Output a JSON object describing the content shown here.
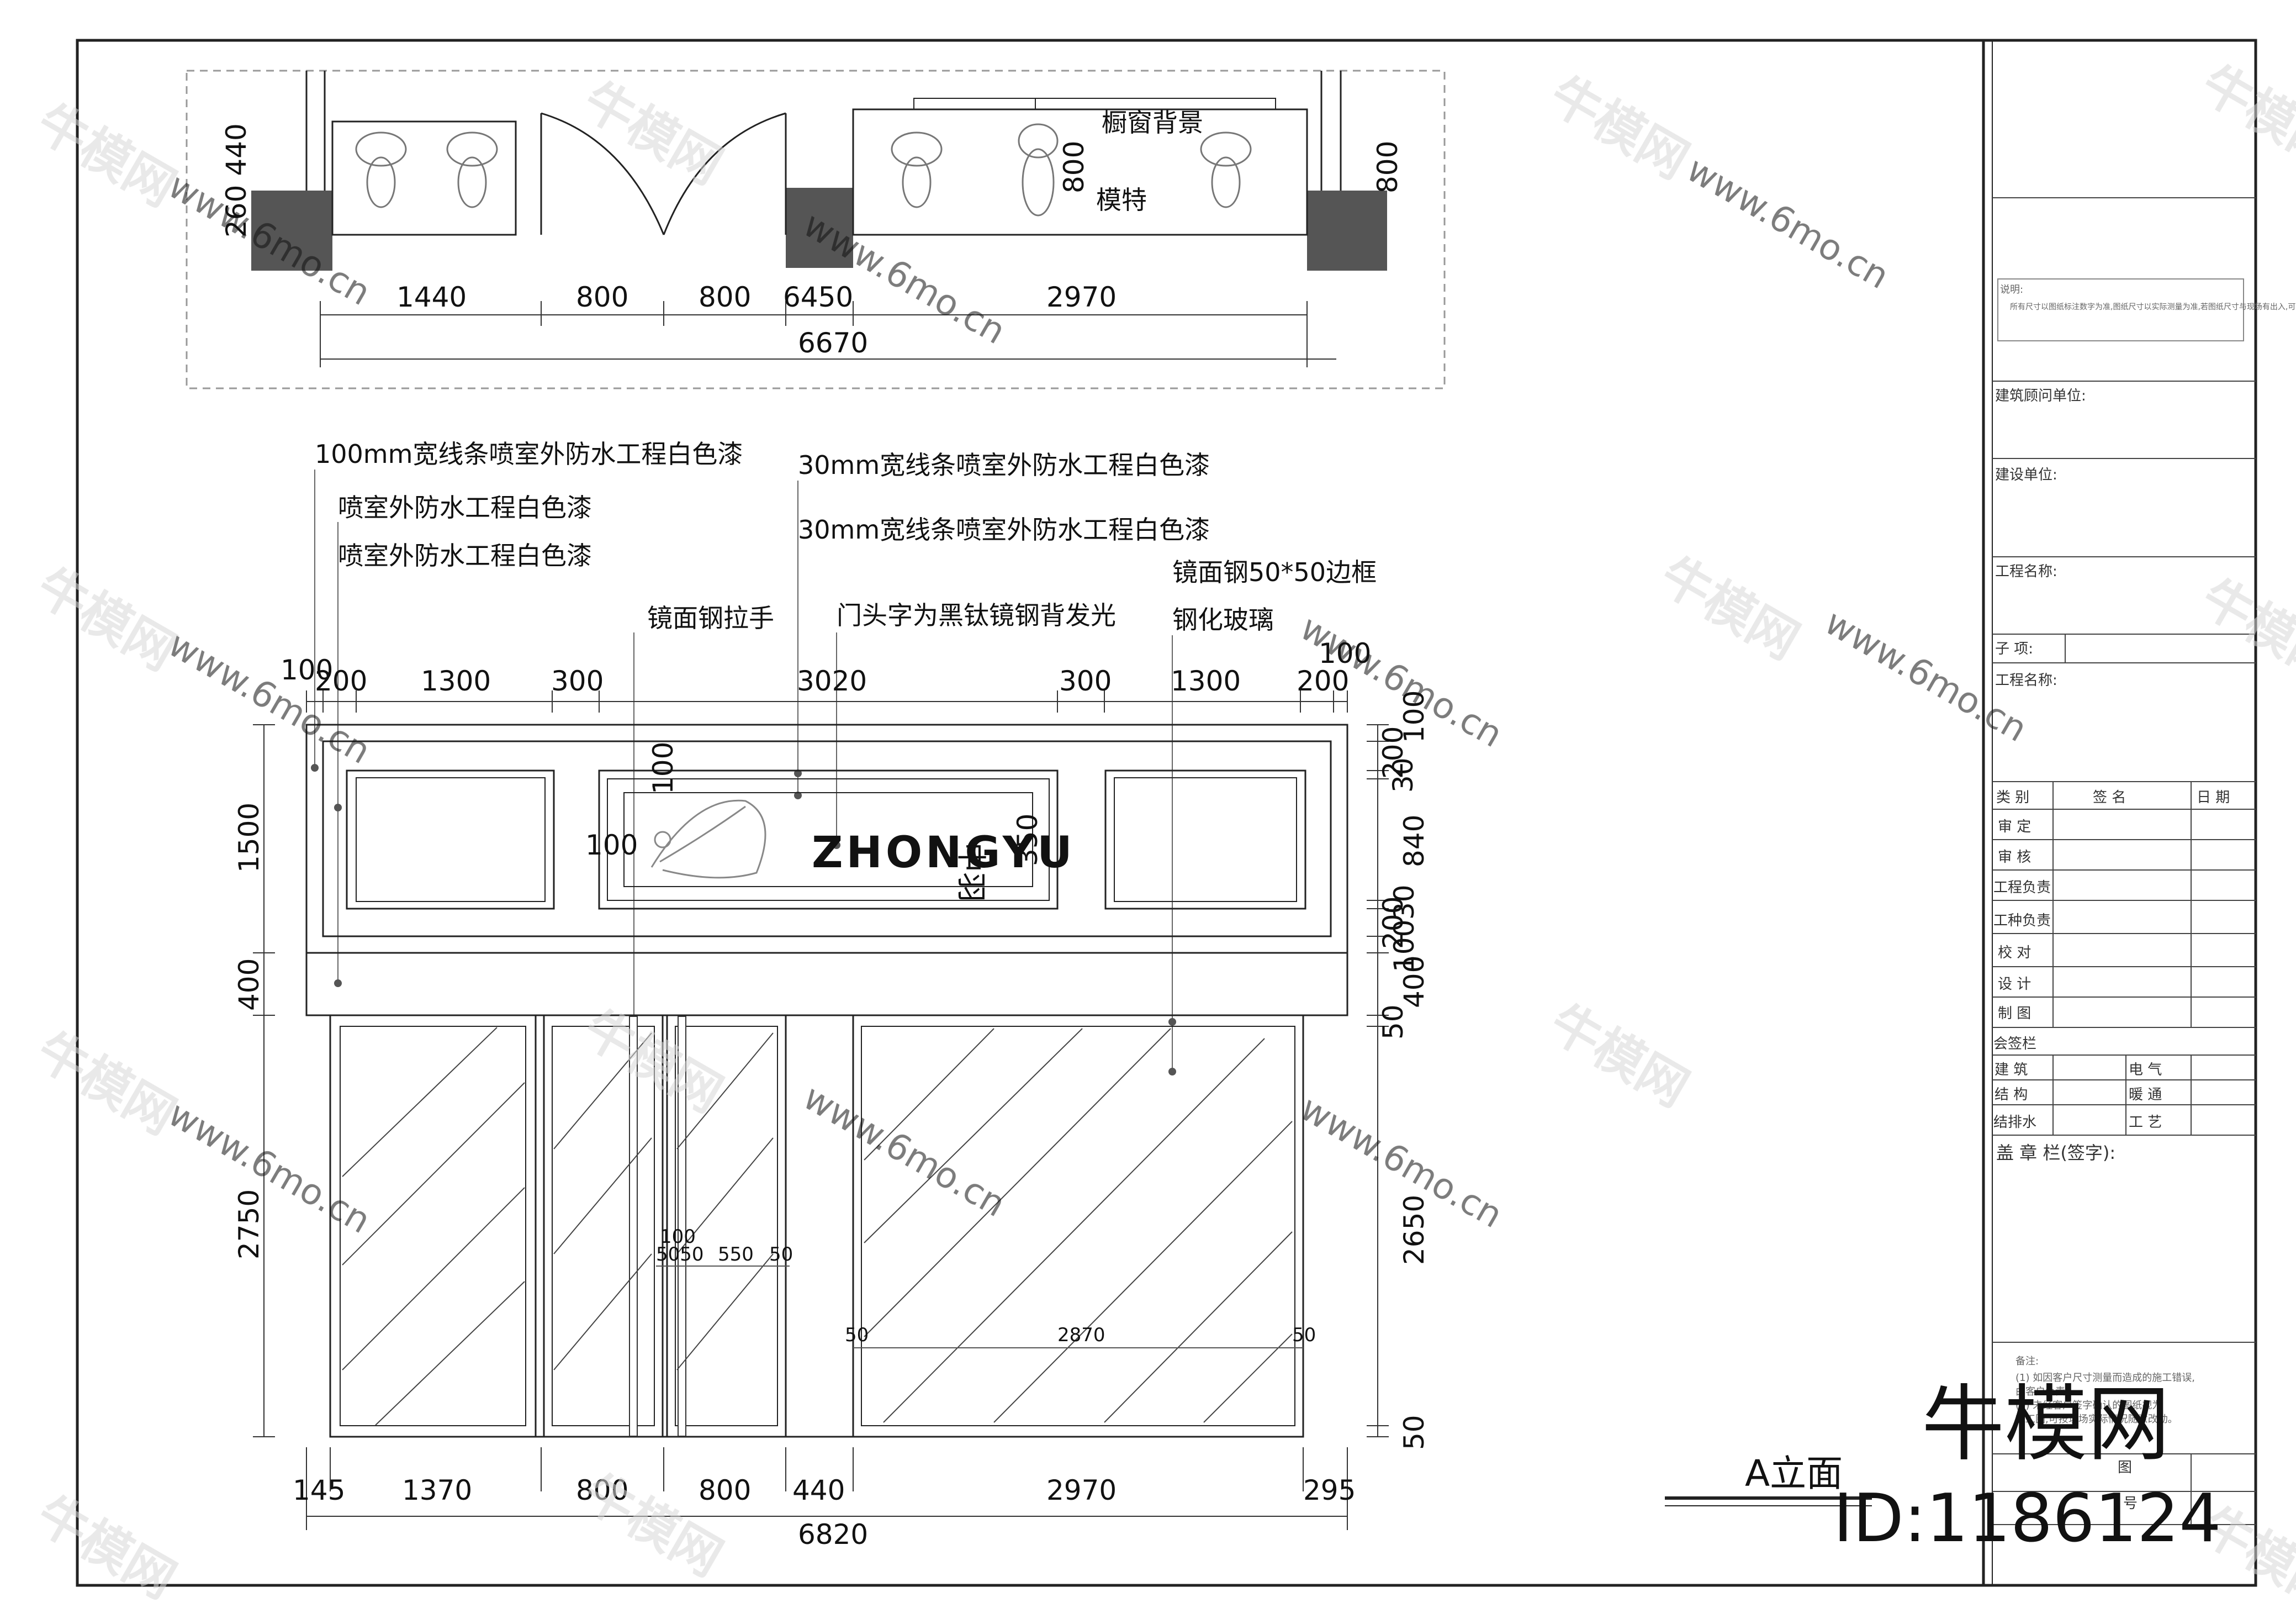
{
  "plan": {
    "labels": {
      "window_backdrop": "橱窗背景",
      "mannequin": "模特"
    },
    "dims": {
      "left_v": "260 440",
      "mid_v": "800",
      "right_v": "800",
      "d1": "1440",
      "d2": "800",
      "d3": "800",
      "d4": "6450",
      "d5": "2970",
      "total": "6670"
    }
  },
  "elevation": {
    "title": "A立面",
    "annotations": {
      "a1": "100mm宽线条喷室外防水工程白色漆",
      "a2": "喷室外防水工程白色漆",
      "a3": "喷室外防水工程白色漆",
      "a4": "30mm宽线条喷室外防水工程白色漆",
      "a5": "30mm宽线条喷室外防水工程白色漆",
      "a6": "镜面钢拉手",
      "a7": "门头字为黑钛镜钢背发光",
      "a8": "镜面钢50*50边框",
      "a9": "钢化玻璃"
    },
    "sign_text": "ZHONGYU",
    "sign_cn": "中羽",
    "top_dims": [
      "100",
      "200",
      "1300",
      "300",
      "3020",
      "300",
      "1300",
      "200",
      "100"
    ],
    "left_dims": [
      "1500",
      "400",
      "2750"
    ],
    "right_dims": [
      "100",
      "200",
      "30",
      "840",
      "30",
      "200",
      "100",
      "400",
      "50",
      "2650",
      "50"
    ],
    "inner_dims": [
      "100",
      "100",
      "350",
      "100",
      "5050",
      "550",
      "50",
      "50",
      "2870",
      "50"
    ],
    "bottom_dims": [
      "145",
      "1370",
      "800",
      "800",
      "440",
      "2970",
      "295"
    ],
    "bottom_total": "6820"
  },
  "title_block": {
    "note_label": "说明:",
    "note_text": "所有尺寸以图纸标注数字为准,图纸尺寸以实际测量为准,若图纸尺寸与现场有出入,可根据现场情况加以修改。",
    "architect_consultant": "建筑顾问单位:",
    "client": "建设单位:",
    "project_name": "工程名称:",
    "sub_item": "子    项:",
    "project_name2": "工程名称:",
    "sign_headers": [
      "类 别",
      "签    名",
      "日 期"
    ],
    "sign_rows": [
      "审 定",
      "审 核",
      "工程负责",
      "工种负责",
      "校 对",
      "设 计",
      "制 图"
    ],
    "countersign": "会签栏",
    "disciplines": [
      [
        "建 筑",
        "电 气"
      ],
      [
        "结 构",
        "暖 通"
      ],
      [
        "结排水",
        "工 艺"
      ]
    ],
    "seal": "盖 章 栏(签字):",
    "remarks_label": "备注:",
    "remarks": [
      "(1) 如因客户尺寸测量而造成的施工错误,",
      "    由客户负责。",
      "(2) 未经客户签字确认的图纸视为",
      "    施工图,可按现场实际情况随意改动。"
    ],
    "drawing_no": "图",
    "number": "号"
  },
  "watermark": {
    "brand": "牛模网",
    "site": "www.6mo.cn",
    "id": "ID:1186124"
  }
}
